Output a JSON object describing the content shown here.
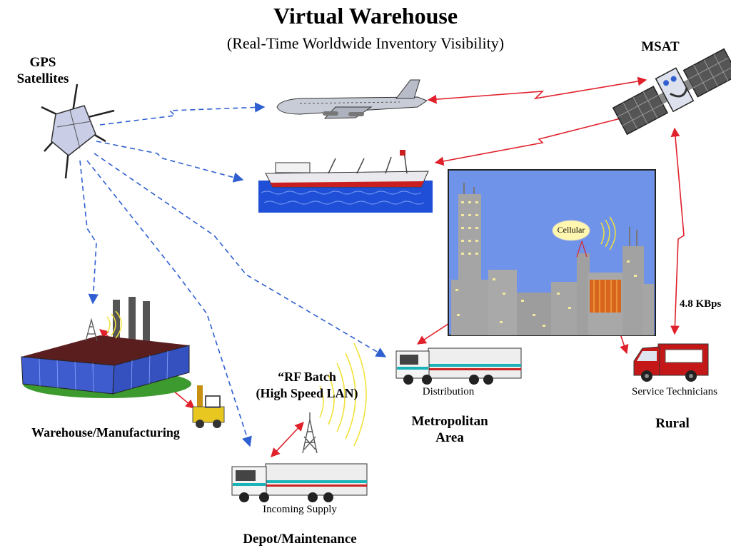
{
  "title": "Virtual Warehouse",
  "subtitle": "(Real-Time Worldwide Inventory Visibility)",
  "nodes": {
    "gps": {
      "line1": "GPS",
      "line2": "Satellites"
    },
    "msat": {
      "label": "MSAT"
    },
    "cellular": {
      "label": "Cellular"
    },
    "bandwidth": {
      "label": "4.8 KBps"
    },
    "warehouse": {
      "label": "Warehouse/Manufacturing"
    },
    "rf_batch": {
      "line1": "“RF Batch",
      "line2": "(High Speed LAN)"
    },
    "incoming": {
      "label": "Incoming Supply"
    },
    "depot": {
      "label": "Depot/Maintenance"
    },
    "distribution": {
      "label": "Distribution"
    },
    "metro": {
      "line1": "Metropolitan",
      "line2": "Area"
    },
    "service": {
      "label": "Service Technicians"
    },
    "rural": {
      "label": "Rural"
    }
  },
  "colors": {
    "gps_link": "#2f5fd0",
    "msat_link": "#e0202a",
    "sky": "#6f93e8",
    "water": "#1f4fd6",
    "buildings": "#a5a5a5",
    "wave": "#f2e23a"
  },
  "icons": [
    "satellite-icon",
    "msat-satellite-icon",
    "airplane-icon",
    "ship-icon",
    "city-icon",
    "factory-icon",
    "forklift-icon",
    "antenna-tower-icon",
    "truck-icon",
    "van-icon"
  ]
}
